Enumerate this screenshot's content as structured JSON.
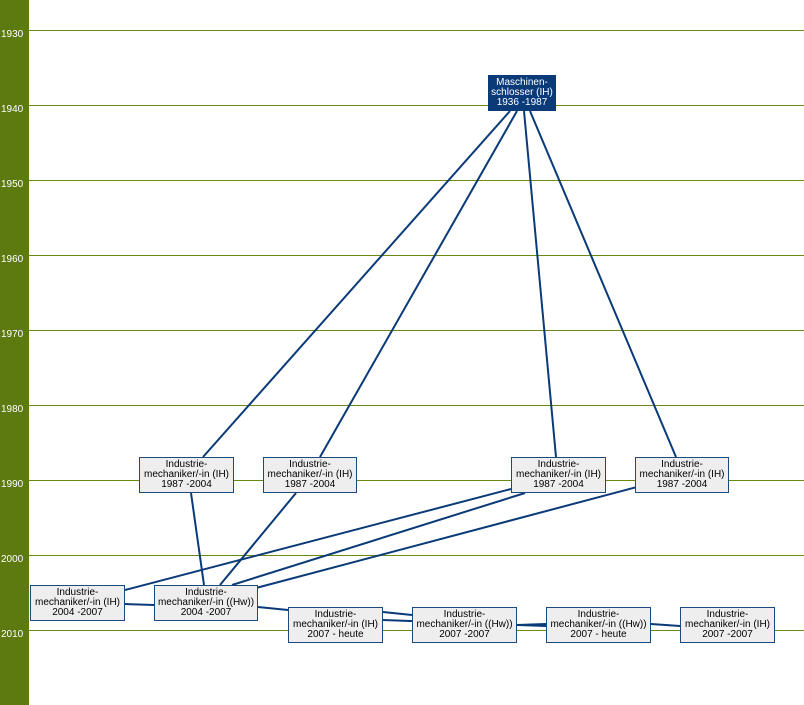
{
  "timeline": {
    "years": [
      "1930",
      "1940",
      "1950",
      "1960",
      "1970",
      "1980",
      "1990",
      "2000",
      "2010"
    ]
  },
  "colors": {
    "sidebar": "#5c7a10",
    "gridline": "#6b8a12",
    "edge": "#0a3a78",
    "root_fill": "#0a3a78",
    "node_fill": "#eeeeee"
  },
  "nodes": [
    {
      "id": "maschinenschlosser",
      "lines": [
        "Maschinen-",
        "schlosser (IH)",
        "1936 -1987"
      ],
      "root": true
    },
    {
      "id": "im-ih-a",
      "lines": [
        "Industrie-",
        "mechaniker/-in (IH)",
        "1987 -2004"
      ]
    },
    {
      "id": "im-ih-b",
      "lines": [
        "Industrie-",
        "mechaniker/-in (IH)",
        "1987 -2004"
      ]
    },
    {
      "id": "im-ih-c",
      "lines": [
        "Industrie-",
        "mechaniker/-in (IH)",
        "1987 -2004"
      ]
    },
    {
      "id": "im-ih-d",
      "lines": [
        "Industrie-",
        "mechaniker/-in (IH)",
        "1987 -2004"
      ]
    },
    {
      "id": "im-ih-2004",
      "lines": [
        "Industrie-",
        "mechaniker/-in (IH)",
        "2004 -2007"
      ]
    },
    {
      "id": "im-hw-2004",
      "lines": [
        "Industrie-",
        "mechaniker/-in ((Hw))",
        "2004 -2007"
      ]
    },
    {
      "id": "im-ih-heute",
      "lines": [
        "Industrie-",
        "mechaniker/-in (IH)",
        "2007 - heute"
      ]
    },
    {
      "id": "im-hw-2007",
      "lines": [
        "Industrie-",
        "mechaniker/-in ((Hw))",
        "2007 -2007"
      ]
    },
    {
      "id": "im-hw-heute",
      "lines": [
        "Industrie-",
        "mechaniker/-in ((Hw))",
        "2007 - heute"
      ]
    },
    {
      "id": "im-ih-2007",
      "lines": [
        "Industrie-",
        "mechaniker/-in (IH)",
        "2007 -2007"
      ]
    }
  ],
  "edges": [
    [
      "maschinenschlosser",
      "im-ih-a"
    ],
    [
      "maschinenschlosser",
      "im-ih-b"
    ],
    [
      "maschinenschlosser",
      "im-ih-c"
    ],
    [
      "maschinenschlosser",
      "im-ih-d"
    ],
    [
      "im-ih-a",
      "im-hw-2004"
    ],
    [
      "im-ih-b",
      "im-hw-2004"
    ],
    [
      "im-ih-c",
      "im-hw-2004"
    ],
    [
      "im-ih-d",
      "im-hw-2004"
    ],
    [
      "im-ih-c",
      "im-ih-2004"
    ],
    [
      "im-ih-2004",
      "im-hw-2004"
    ],
    [
      "im-hw-2004",
      "im-ih-heute"
    ],
    [
      "im-ih-heute",
      "im-hw-2007"
    ],
    [
      "im-ih-heute",
      "im-hw-heute"
    ],
    [
      "im-hw-2007",
      "im-hw-heute"
    ],
    [
      "im-hw-heute",
      "im-ih-2007"
    ]
  ]
}
